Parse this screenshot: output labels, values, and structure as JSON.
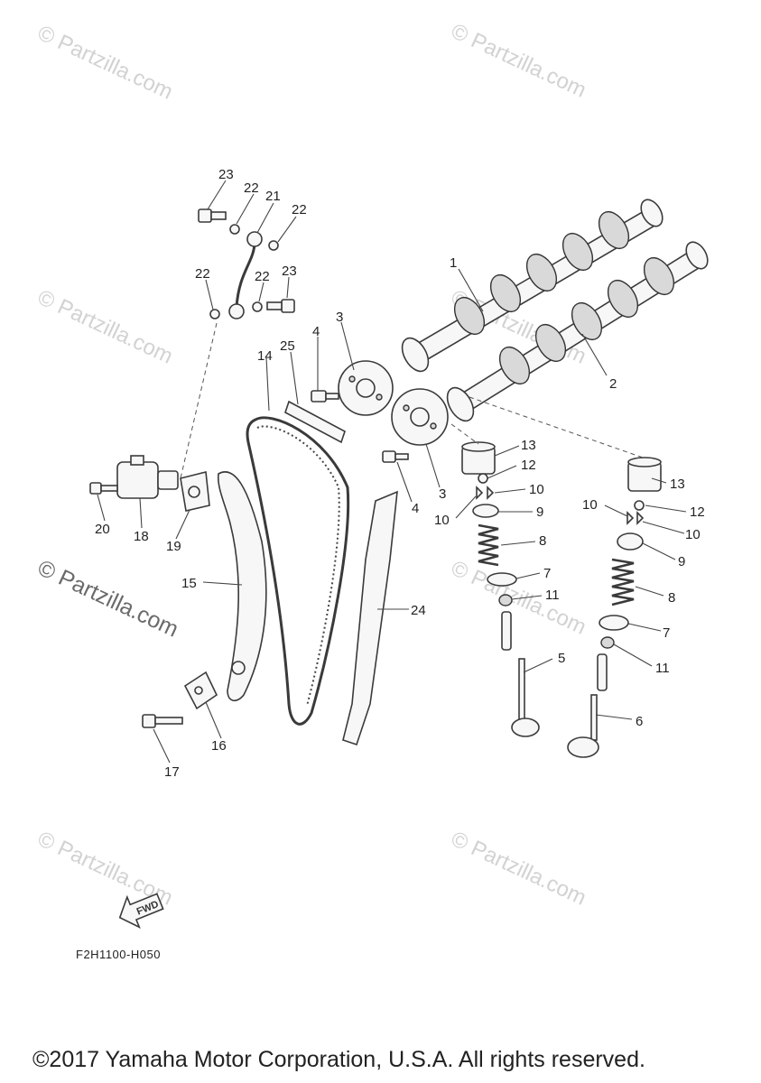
{
  "watermark": "© Partzilla.com",
  "diagram_code": "F2H1100-H050",
  "copyright": "©2017 Yamaha Motor Corporation, U.S.A. All rights reserved.",
  "fwd_label": "FWD",
  "callouts": [
    "1",
    "2",
    "3",
    "3",
    "4",
    "4",
    "5",
    "6",
    "7",
    "7",
    "8",
    "8",
    "9",
    "9",
    "10",
    "10",
    "10",
    "10",
    "11",
    "11",
    "12",
    "12",
    "13",
    "13",
    "14",
    "15",
    "16",
    "17",
    "18",
    "19",
    "20",
    "21",
    "22",
    "22",
    "22",
    "22",
    "23",
    "23",
    "24",
    "25"
  ]
}
